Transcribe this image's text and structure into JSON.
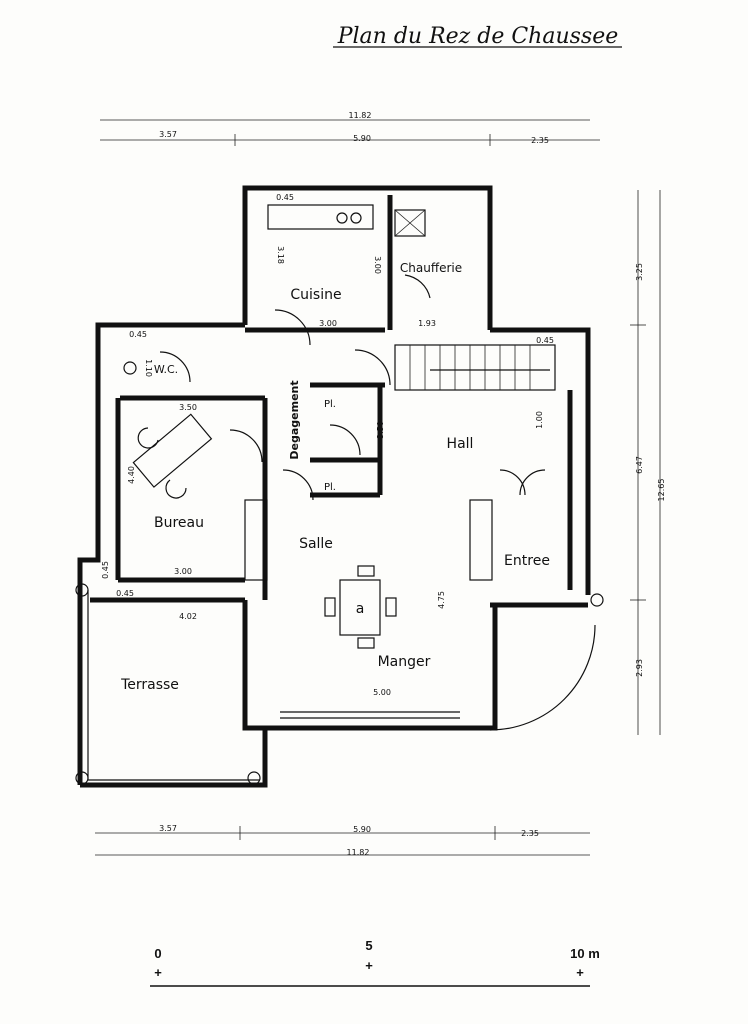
{
  "title": "Plan du Rez de Chaussee",
  "rooms": {
    "cuisine": "Cuisine",
    "chaufferie": "Chaufferie",
    "wc": "W.C.",
    "degagement": "Degagement",
    "pl1": "Pl.",
    "pl2": "Pl.",
    "hall": "Hall",
    "bureau": "Bureau",
    "salle": "Salle",
    "entree": "Entree",
    "manger": "Manger",
    "terrasse": "Terrasse",
    "table_mark": "a"
  },
  "dimensions": {
    "top_total": "11.82",
    "top_left": "3.57",
    "top_mid": "5.90",
    "top_right": "2.35",
    "bottom_left": "3.57",
    "bottom_mid": "5.90",
    "bottom_right": "2.35",
    "bottom_total": "11.82",
    "right_top": "3.25",
    "right_mid": "6.47",
    "right_total": "12.65",
    "right_bottom": "2.93",
    "kitchen_small": "0.45",
    "kitchen_height": "3.18",
    "chauff_height": "3.00",
    "kitchen_width": "3.00",
    "chauff_width": "1.93",
    "wc_small": "0.45",
    "wc_height": "1.10",
    "right_small": "0.45",
    "bureau_width": "3.50",
    "bureau_height": "4.40",
    "degag_height": "3.50",
    "bureau_bottom": "3.00",
    "bureau_small": "0.45",
    "bureau_small2": "0.45",
    "terrasse_width": "4.02",
    "salle_height": "4.75",
    "manger_width": "5.00",
    "hall_small": "1.00"
  },
  "scale_bar": {
    "label_0": "0",
    "label_5": "5",
    "label_10": "10 m"
  }
}
